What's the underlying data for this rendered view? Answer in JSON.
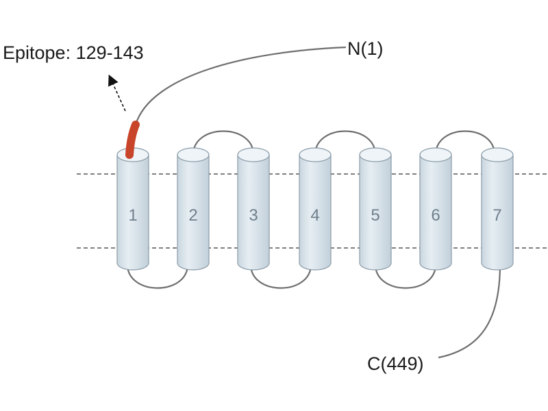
{
  "labels": {
    "epitope": "Epitope: 129-143",
    "n_terminus": "N(1)",
    "c_terminus": "C(449)"
  },
  "helices": [
    "1",
    "2",
    "3",
    "4",
    "5",
    "6",
    "7"
  ],
  "colors": {
    "helix_fill": "#dde7ee",
    "helix_top": "#eef4f8",
    "helix_stroke": "#8a9aa6",
    "loop": "#6e6e6e",
    "epitope": "#c8452b",
    "membrane_line": "#555555"
  }
}
